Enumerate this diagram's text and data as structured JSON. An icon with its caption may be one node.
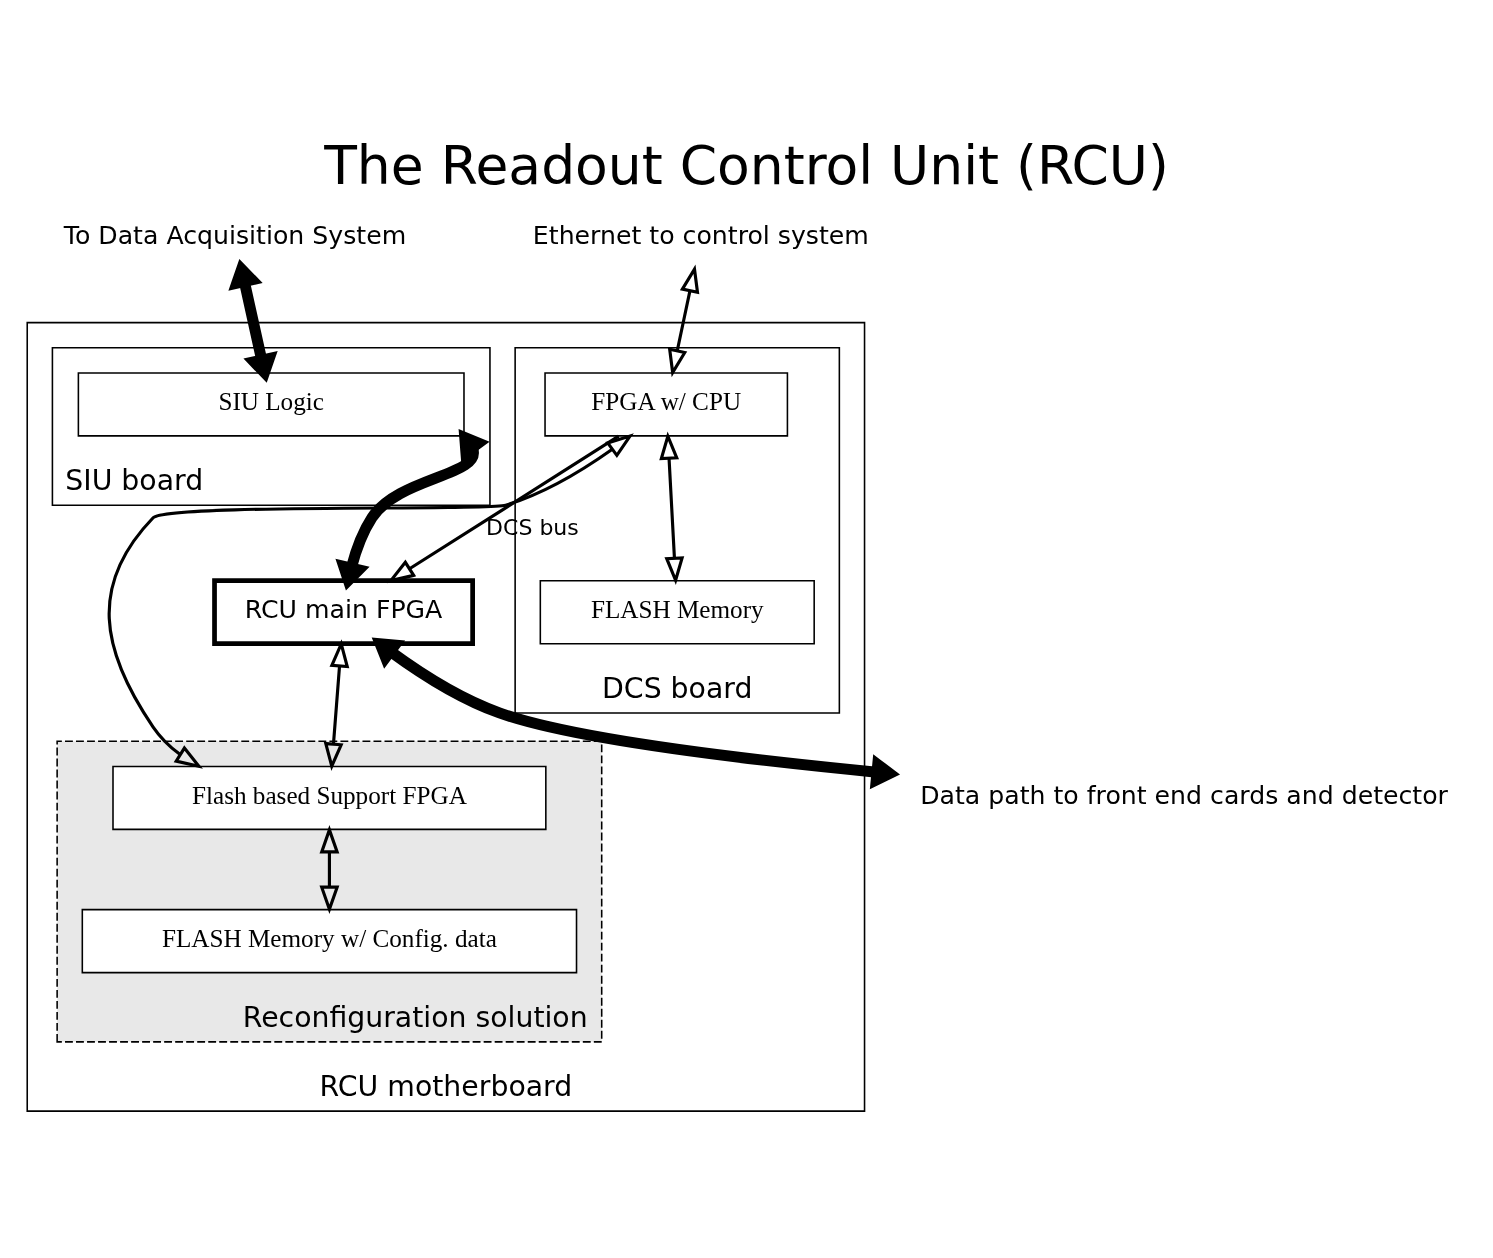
{
  "diagram": {
    "title": "The Readout Control Unit (RCU)",
    "nodes": [
      {
        "text": [
          "RCU motherboard"
        ]
      },
      {
        "text": [
          "SIU board"
        ],
        "in": 0
      },
      {
        "text": [
          "SIU Logic"
        ],
        "in": 1
      },
      {
        "text": [
          "DCS board"
        ],
        "in": 0
      },
      {
        "text": [
          "FPGA w/ CPU"
        ],
        "in": 3
      },
      {
        "text": [
          "FLASH Memory"
        ],
        "in": 3
      },
      {
        "text": [
          "Reconfiguration solution"
        ],
        "in": 0
      },
      {
        "text": [
          "Flash based Support FPGA"
        ],
        "in": 6
      },
      {
        "text": [
          "FLASH Memory w/ Config. data"
        ],
        "in": 6
      },
      {
        "text": [
          "RCU main FPGA"
        ],
        "in": 0
      },
      {
        "text": [
          "To Data Acquisition System"
        ]
      },
      {
        "text": [
          "Ethernet to control system"
        ]
      },
      {
        "text": [
          "Data path to front end cards and detector"
        ]
      }
    ],
    "edges": [
      {
        "from": 10,
        "to": 2,
        "arrow": "both",
        "style": "thick"
      },
      {
        "from": 11,
        "to": 4,
        "arrow": "both"
      },
      {
        "from": 4,
        "to": 5,
        "arrow": "both"
      },
      {
        "from": 4,
        "to": 7,
        "arrow": "both"
      },
      {
        "from": 4,
        "to": 9,
        "arrow": "to",
        "label": "DCS bus"
      },
      {
        "from": 2,
        "to": 9,
        "arrow": "both",
        "style": "thick"
      },
      {
        "from": 9,
        "to": 7,
        "arrow": "both"
      },
      {
        "from": 7,
        "to": 8,
        "arrow": "both"
      },
      {
        "from": 9,
        "to": 12,
        "arrow": "both",
        "style": "thick"
      }
    ]
  }
}
